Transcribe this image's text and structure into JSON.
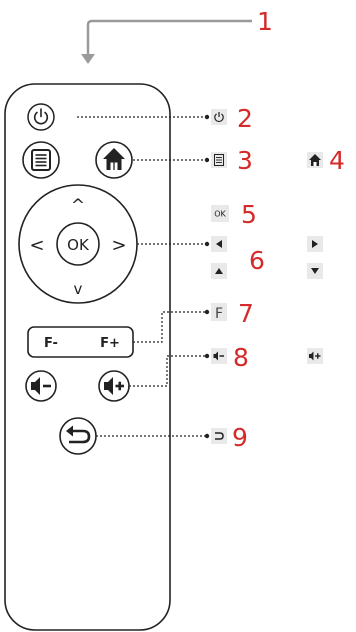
{
  "remote": {
    "ok_label": "OK",
    "f_minus_label": "F-",
    "f_plus_label": "F+",
    "up_arrow": "^",
    "down_arrow": "v",
    "left_arrow": "<",
    "right_arrow": ">"
  },
  "callouts": [
    {
      "number": "1"
    },
    {
      "number": "2",
      "icons": [
        "power-icon"
      ]
    },
    {
      "number": "3",
      "icons": [
        "menu-icon"
      ]
    },
    {
      "number": "4",
      "icons": [
        "home-icon"
      ]
    },
    {
      "number": "5",
      "icons": [
        "ok-icon"
      ],
      "ok_text": "OK"
    },
    {
      "number": "6",
      "icons": [
        "left-arrow-icon",
        "right-arrow-icon",
        "up-arrow-icon",
        "down-arrow-icon"
      ]
    },
    {
      "number": "7",
      "icons": [
        "f-icon"
      ],
      "f_text": "F"
    },
    {
      "number": "8",
      "icons": [
        "volume-down-icon",
        "volume-up-icon"
      ]
    },
    {
      "number": "9",
      "icons": [
        "back-icon"
      ]
    }
  ],
  "colors": {
    "number_red": "#d42a2a",
    "outline": "#222222",
    "pointer_gray": "#9a9a9a",
    "icon_bg": "#e9e9e9"
  }
}
